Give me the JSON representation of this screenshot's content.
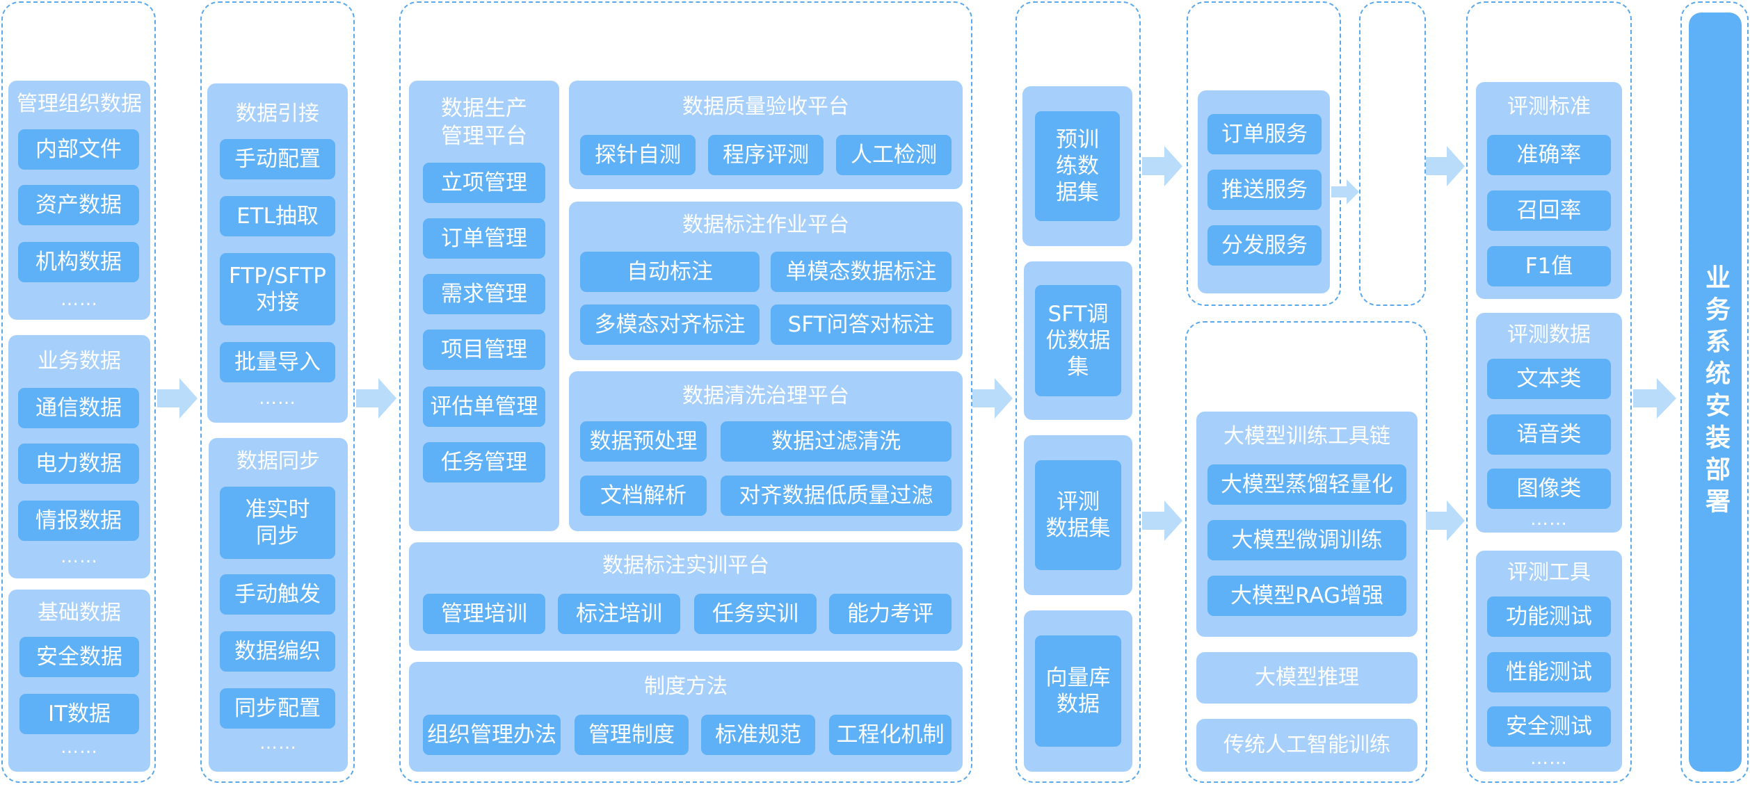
{
  "col1": {
    "org": {
      "title": "管理组织数据",
      "items": [
        "内部文件",
        "资产数据",
        "机构数据"
      ],
      "more": "……"
    },
    "biz": {
      "title": "业务数据",
      "items": [
        "通信数据",
        "电力数据",
        "情报数据"
      ],
      "more": "……"
    },
    "base": {
      "title": "基础数据",
      "items": [
        "安全数据",
        "IT数据"
      ],
      "more": "……"
    }
  },
  "col2": {
    "ingest": {
      "title": "数据引接",
      "items": [
        "手动配置",
        "ETL抽取",
        "FTP/SFTP\n对接",
        "批量导入"
      ],
      "more": "……"
    },
    "sync": {
      "title": "数据同步",
      "items": [
        "准实时\n同步",
        "手动触发",
        "数据编织",
        "同步配置"
      ],
      "more": "……"
    }
  },
  "col3": {
    "production": {
      "title": "数据生产\n管理平台",
      "items": [
        "立项管理",
        "订单管理",
        "需求管理",
        "项目管理",
        "评估单管理",
        "任务管理"
      ]
    },
    "quality": {
      "title": "数据质量验收平台",
      "items": [
        "探针自测",
        "程序评测",
        "人工检测"
      ]
    },
    "labeling": {
      "title": "数据标注作业平台",
      "items": [
        "自动标注",
        "单模态数据标注",
        "多模态对齐标注",
        "SFT问答对标注"
      ]
    },
    "cleaning": {
      "title": "数据清洗治理平台",
      "items": [
        "数据预处理",
        "数据过滤清洗",
        "文档解析",
        "对齐数据低质量过滤"
      ]
    },
    "training": {
      "title": "数据标注实训平台",
      "items": [
        "管理培训",
        "标注培训",
        "任务实训",
        "能力考评"
      ]
    },
    "policy": {
      "title": "制度方法",
      "items": [
        "组织管理办法",
        "管理制度",
        "标准规范",
        "工程化机制"
      ]
    }
  },
  "col4": {
    "items": [
      "预训\n练数\n据集",
      "SFT调\n优数据\n集",
      "评测\n数据集",
      "向量库\n数据"
    ]
  },
  "col5": {
    "services": [
      "订单服务",
      "推送服务",
      "分发服务"
    ],
    "toolchain": {
      "title": "大模型训练工具链",
      "items": [
        "大模型蒸馏轻量化",
        "大模型微调训练",
        "大模型RAG增强"
      ]
    },
    "inference": "大模型推理",
    "traditional": "传统人工智能训练"
  },
  "col6": {
    "standards": {
      "title": "评测标准",
      "items": [
        "准确率",
        "召回率",
        "F1值"
      ]
    },
    "data": {
      "title": "评测数据",
      "items": [
        "文本类",
        "语音类",
        "图像类"
      ],
      "more": "……"
    },
    "tools": {
      "title": "评测工具",
      "items": [
        "功能测试",
        "性能测试",
        "安全测试"
      ],
      "more": "……"
    }
  },
  "deploy": "业务系统安装部署",
  "colors": {
    "dash_border": "#5aa8ea",
    "panel_bg": "#a6d0fb",
    "button_bg": "#5eb0f7",
    "arrow": "#b9dcfa",
    "text": "#ffffff"
  },
  "icons": {
    "arrow": "right-arrow-icon"
  }
}
